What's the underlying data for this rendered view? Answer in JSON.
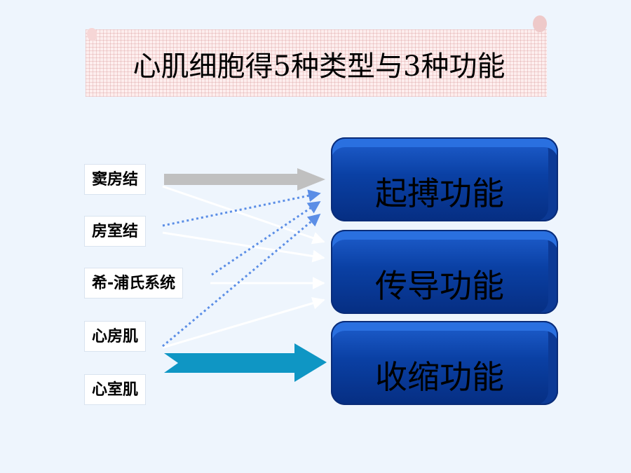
{
  "title": "心肌细胞得5种类型与3种功能",
  "cell_types": [
    "窦房结",
    "房室结",
    "希-浦氏系统",
    "心房肌",
    "心室肌"
  ],
  "functions": [
    "起搏功能",
    "传导功能",
    "收缩功能"
  ],
  "colors": {
    "background": "#eef5fd",
    "function_box": "#0a40a4",
    "gray_arrow": "#c0c0c0",
    "teal_arrow": "#0f96c4",
    "dotted_arrow": "#5b8ee6",
    "white_arrow": "#ffffff"
  }
}
